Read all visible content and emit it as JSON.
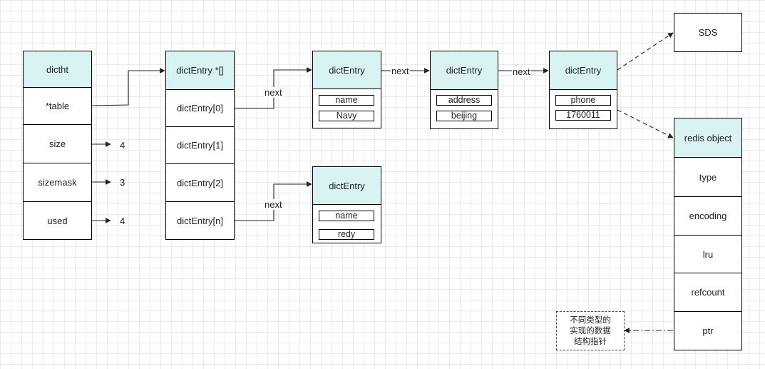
{
  "dictht": {
    "title": "dictht",
    "fields": [
      {
        "label": "*table",
        "value": ""
      },
      {
        "label": "size",
        "value": "4"
      },
      {
        "label": "sizemask",
        "value": "3"
      },
      {
        "label": "used",
        "value": "4"
      }
    ]
  },
  "table_array": {
    "title": "dictEntry *[]",
    "slots": [
      "dictEntry[0]",
      "dictEntry[1]",
      "dictEntry[2]",
      "dictEntry[n]"
    ]
  },
  "entries": [
    {
      "title": "dictEntry",
      "key": "name",
      "value": "Navy"
    },
    {
      "title": "dictEntry",
      "key": "address",
      "value": "beijing"
    },
    {
      "title": "dictEntry",
      "key": "phone",
      "value": "1760011"
    },
    {
      "title": "dictEntry",
      "key": "name",
      "value": "redy"
    }
  ],
  "link_labels": {
    "slot0_to_entry": "next",
    "slotn_to_entry": "next",
    "entry1_to_entry2": "next",
    "entry2_to_entry3": "next"
  },
  "sds": {
    "title": "SDS"
  },
  "redis_object": {
    "title": "redis object",
    "fields": [
      "type",
      "encoding",
      "lru",
      "refcount",
      "ptr"
    ]
  },
  "note": {
    "lines": [
      "不同类型的",
      "实现的数据",
      "结构指针"
    ]
  }
}
